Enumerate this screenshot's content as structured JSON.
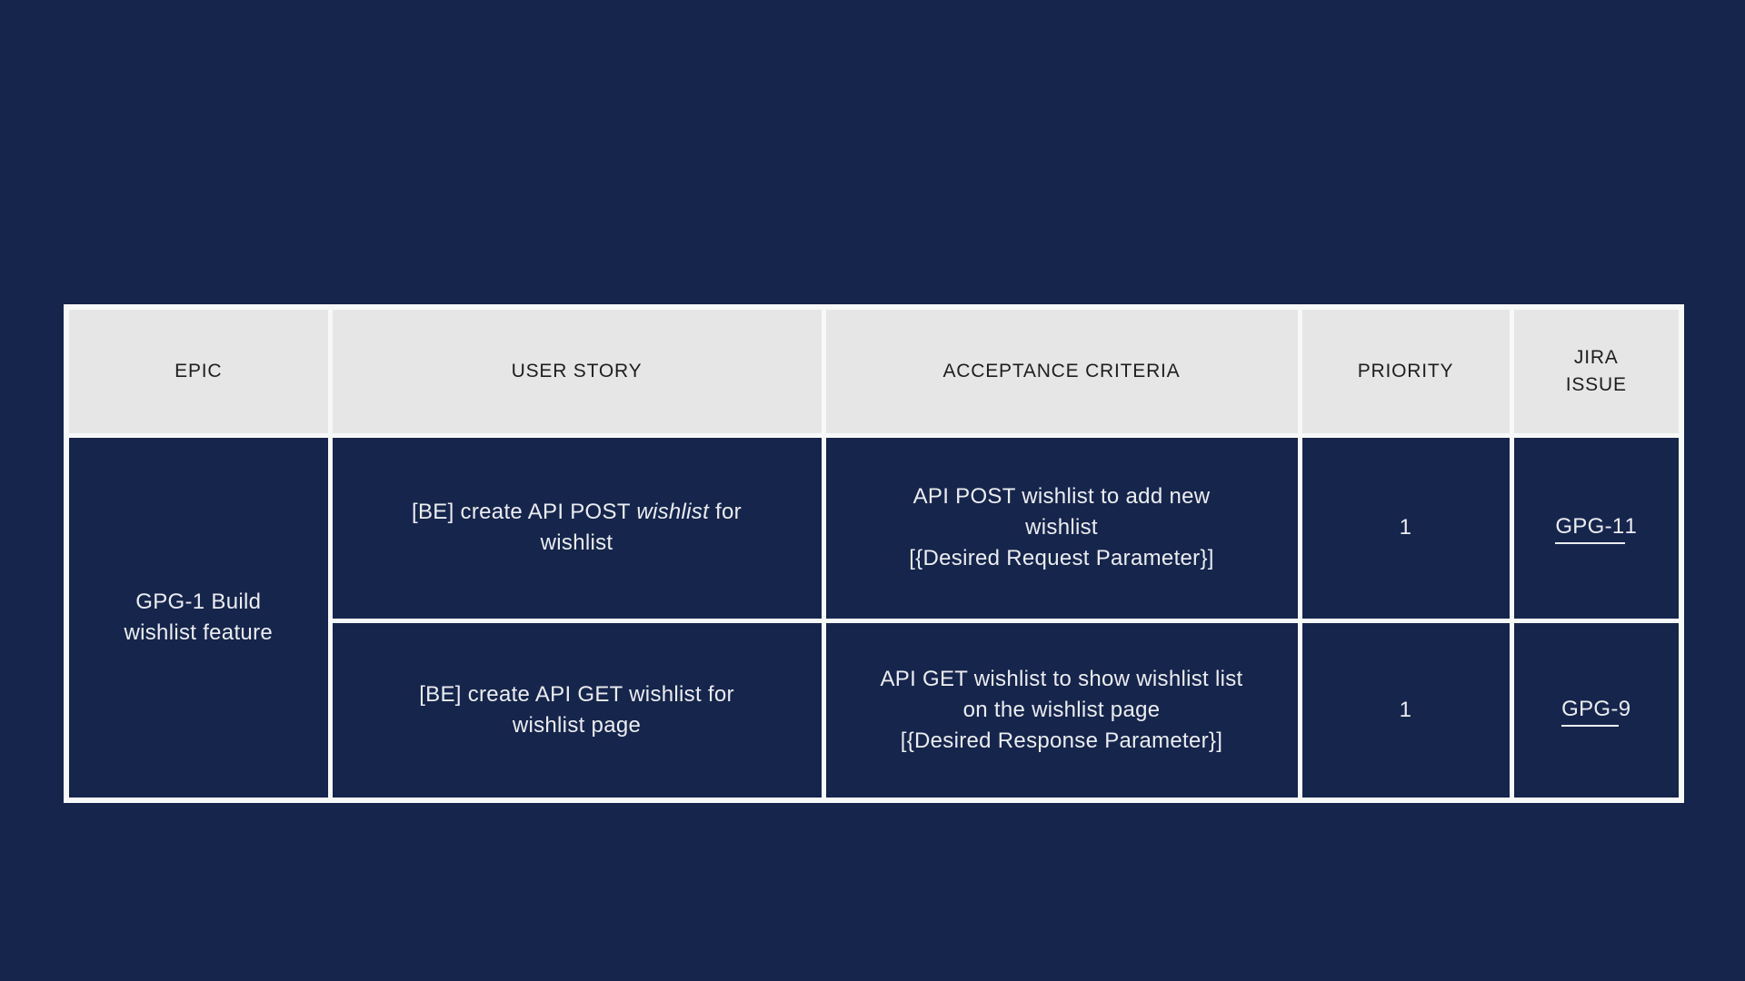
{
  "page": {
    "background_color": "#16254c",
    "grid_line_color": "#f7f9f8",
    "header_bg_color": "#e6e6e6",
    "header_text_color": "#1e1e20",
    "body_text_color": "#ebedf0"
  },
  "table": {
    "headers": [
      {
        "label": "EPIC"
      },
      {
        "label": "USER STORY"
      },
      {
        "label": "ACCEPTANCE CRITERIA"
      },
      {
        "label": "PRIORITY"
      },
      {
        "label": "JIRA\nISSUE"
      }
    ],
    "epic_cell": {
      "text": "GPG-1 Build\nwishlist feature"
    },
    "rows": [
      {
        "user_story": {
          "prefix": "[BE] create API POST ",
          "italic": "wishlist",
          "suffix": " for\nwishlist"
        },
        "acceptance_criteria": "API POST wishlist to add new\nwishlist\n[{Desired Request Parameter}]",
        "priority": "1",
        "jira_issue": {
          "text": "GPG-11",
          "underlined": "GPG-1",
          "rest": "1"
        }
      },
      {
        "user_story": {
          "prefix": "[BE] create API GET wishlist for\nwishlist page",
          "italic": "",
          "suffix": ""
        },
        "acceptance_criteria": "API GET wishlist to show wishlist list\non the wishlist page\n[{Desired Response Parameter}]",
        "priority": "1",
        "jira_issue": {
          "text": "GPG-9",
          "underlined": "GPG-",
          "rest": "9"
        }
      }
    ]
  }
}
